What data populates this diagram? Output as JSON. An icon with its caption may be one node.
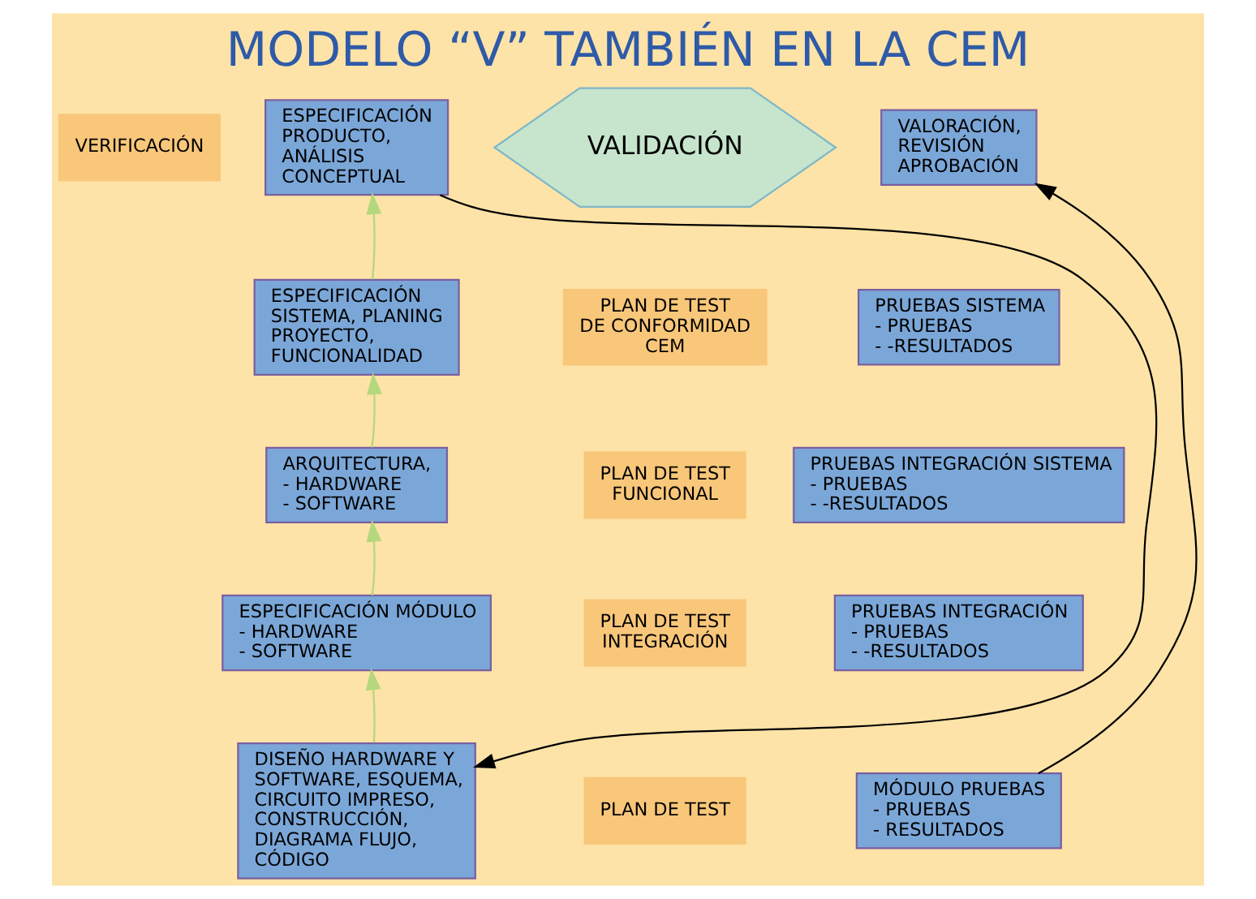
{
  "diagram": {
    "title": "MODELO “V” TAMBIÉN EN LA CEM",
    "nodes": [
      {
        "text": [
          "ESPECIFICACIÓN PRODUCTO, ANÁLISIS CONCEPTUAL"
        ]
      },
      {
        "text": [
          "ESPECIFICACIÓN SISTEMA, PLANING PROYECTO, FUNCIONALIDAD"
        ]
      },
      {
        "text": [
          "ARQUITECTURA,",
          "- HARDWARE",
          "- SOFTWARE"
        ]
      },
      {
        "text": [
          "ESPECIFICACIÓN MÓDULO",
          "- HARDWARE",
          "- SOFTWARE"
        ]
      },
      {
        "text": [
          "DISEÑO HARDWARE Y SOFTWARE, ESQUEMA, CIRCUITO IMPRESO, CONSTRUCCIÓN, DIAGRAMA FLUJO, CÓDIGO"
        ]
      },
      {
        "text": [
          "MÓDULO PRUEBAS",
          "- PRUEBAS",
          "- RESULTADOS"
        ]
      },
      {
        "text": [
          "PRUEBAS INTEGRACIÓN",
          "- PRUEBAS",
          "- -RESULTADOS"
        ]
      },
      {
        "text": [
          "PRUEBAS INTEGRACIÓN SISTEMA",
          "- PRUEBAS",
          "- -RESULTADOS"
        ]
      },
      {
        "text": [
          "PRUEBAS SISTEMA",
          "- PRUEBAS",
          "- -RESULTADOS"
        ]
      },
      {
        "text": [
          "VALORACIÓN, REVISIÓN APROBACIÓN"
        ]
      },
      {
        "text": [
          "VALIDACIÓN"
        ]
      },
      {
        "text": [
          "PLAN DE TEST DE CONFORMIDAD CEM"
        ]
      },
      {
        "text": [
          "PLAN DE TEST FUNCIONAL"
        ]
      },
      {
        "text": [
          "PLAN DE TEST INTEGRACIÓN"
        ]
      },
      {
        "text": [
          "PLAN DE TEST"
        ]
      },
      {
        "text": [
          "VERIFICACIÓN"
        ]
      }
    ],
    "edges": [
      {
        "from": 0,
        "to": 4,
        "arrow": "to",
        "color": "#000000"
      },
      {
        "from": 5,
        "to": 9,
        "arrow": "to",
        "color": "#000000"
      },
      {
        "from": 1,
        "to": 0,
        "arrow": "to",
        "color": "#b5d77e"
      },
      {
        "from": 2,
        "to": 1,
        "arrow": "to",
        "color": "#b5d77e"
      },
      {
        "from": 3,
        "to": 2,
        "arrow": "to",
        "color": "#b5d77e"
      },
      {
        "from": 4,
        "to": 3,
        "arrow": "to",
        "color": "#b5d77e"
      }
    ]
  }
}
